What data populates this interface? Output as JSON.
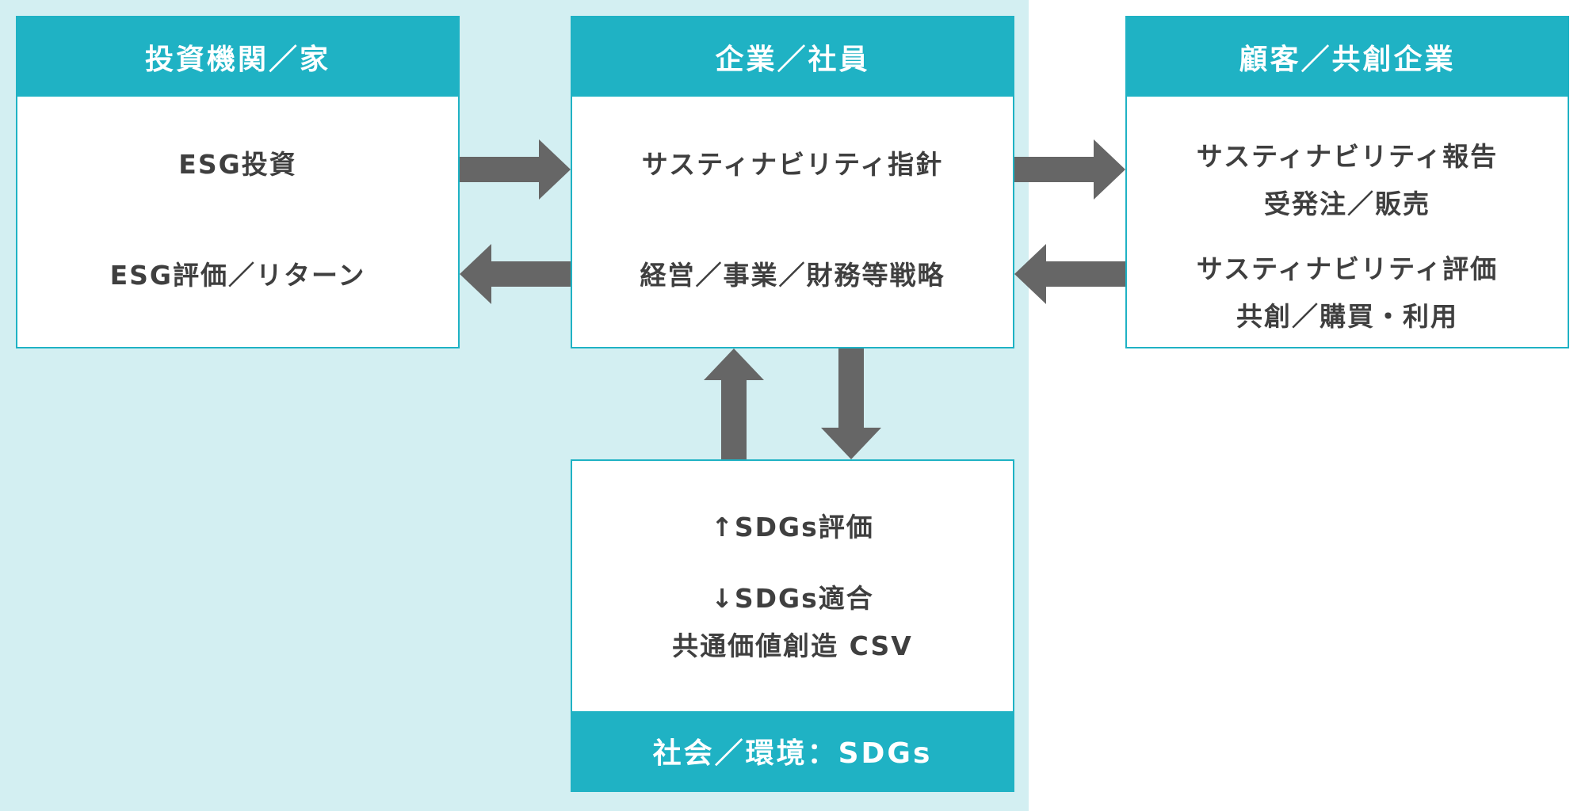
{
  "investors": {
    "title": "投資機関／家",
    "items": [
      "ESG投資",
      "ESG評価／リターン"
    ]
  },
  "company": {
    "title": "企業／社員",
    "items": [
      "サスティナビリティ指針",
      "経営／事業／財務等戦略"
    ]
  },
  "customers": {
    "title": "顧客／共創企業",
    "items": [
      "サスティナビリティ報告",
      "受発注／販売",
      "サスティナビリティ評価",
      "共創／購買・利用"
    ]
  },
  "society": {
    "title": "社会／環境：SDGs",
    "items": [
      "↑SDGs評価",
      "↓SDGs適合",
      "共通価値創造 CSV"
    ]
  },
  "colors": {
    "accent": "#1fb2c4",
    "background_region": "#d3eff2",
    "arrow": "#666666",
    "text": "#3f3f3f"
  }
}
